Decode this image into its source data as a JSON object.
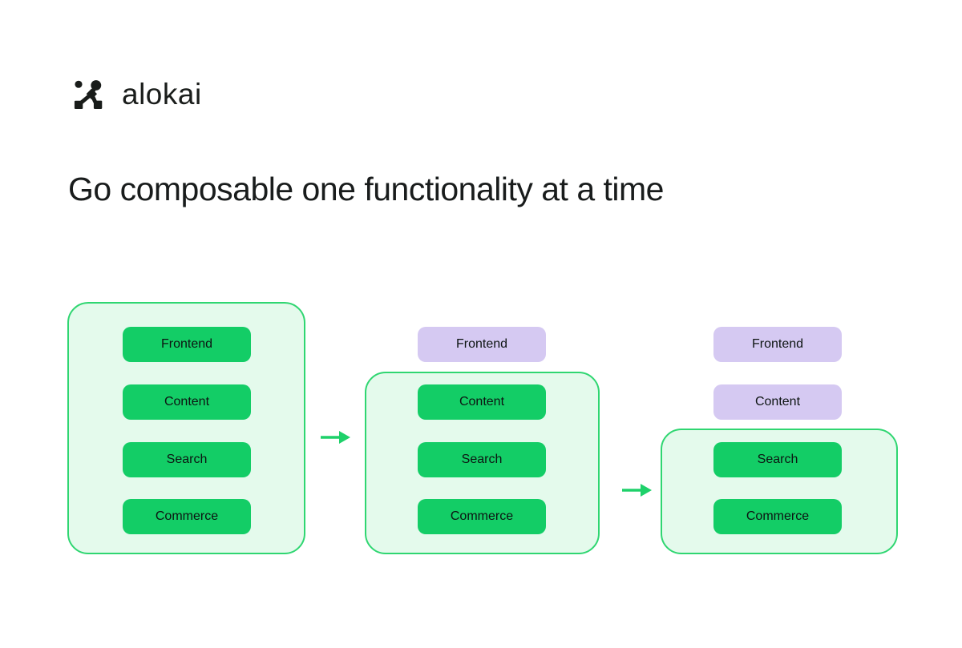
{
  "brand": {
    "wordmark": "alokai",
    "icon": "alokai-constellation-icon"
  },
  "heading": "Go composable one functionality at a time",
  "colors": {
    "module_green": "#13cd66",
    "module_lavender": "#d5c9f2",
    "container_border": "#2fd671",
    "container_fill": "#e4faec",
    "arrow_green": "#1ed16a",
    "text_dark": "#0d1412",
    "heading_text": "#191c1c",
    "background": "#ffffff"
  },
  "diagram": {
    "arrow_icon": "right-arrow-icon",
    "stages": [
      {
        "modules": [
          "Frontend",
          "Content",
          "Search",
          "Commerce"
        ]
      },
      {
        "modules": [
          "Frontend",
          "Content",
          "Search",
          "Commerce"
        ]
      },
      {
        "modules": [
          "Frontend",
          "Content",
          "Search",
          "Commerce"
        ]
      }
    ]
  }
}
